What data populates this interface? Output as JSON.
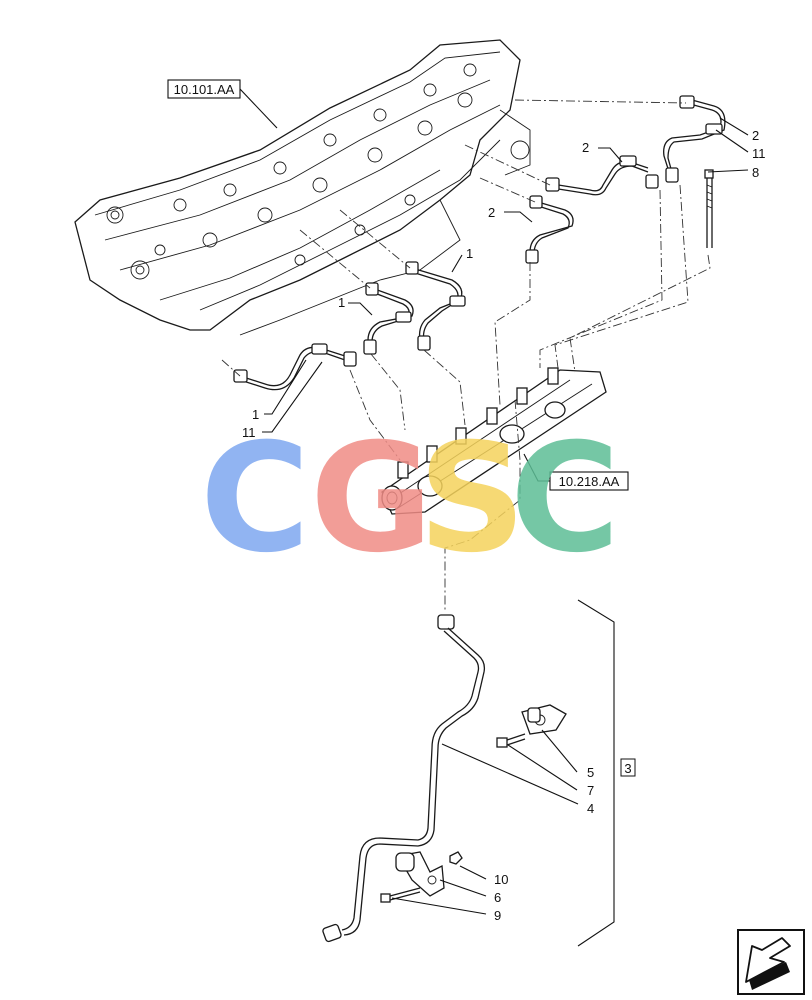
{
  "references": {
    "cylinder_head": "10.101.AA",
    "fuel_rail": "10.218.AA"
  },
  "callouts": {
    "c1a": "1",
    "c1b": "1",
    "c1c": "1",
    "c2a": "2",
    "c2b": "2",
    "c2c": "2",
    "c11a": "11",
    "c11b": "11",
    "c8": "8",
    "c3": "3",
    "c4": "4",
    "c5": "5",
    "c6": "6",
    "c7": "7",
    "c9": "9",
    "c10": "10"
  },
  "watermark": {
    "letters": [
      "C",
      "G",
      "S",
      "C"
    ],
    "colors": [
      "#7EA8F0",
      "#F08C86",
      "#F5D35C",
      "#5DBE96"
    ]
  },
  "nav_icon": "next-page-arrow-icon"
}
